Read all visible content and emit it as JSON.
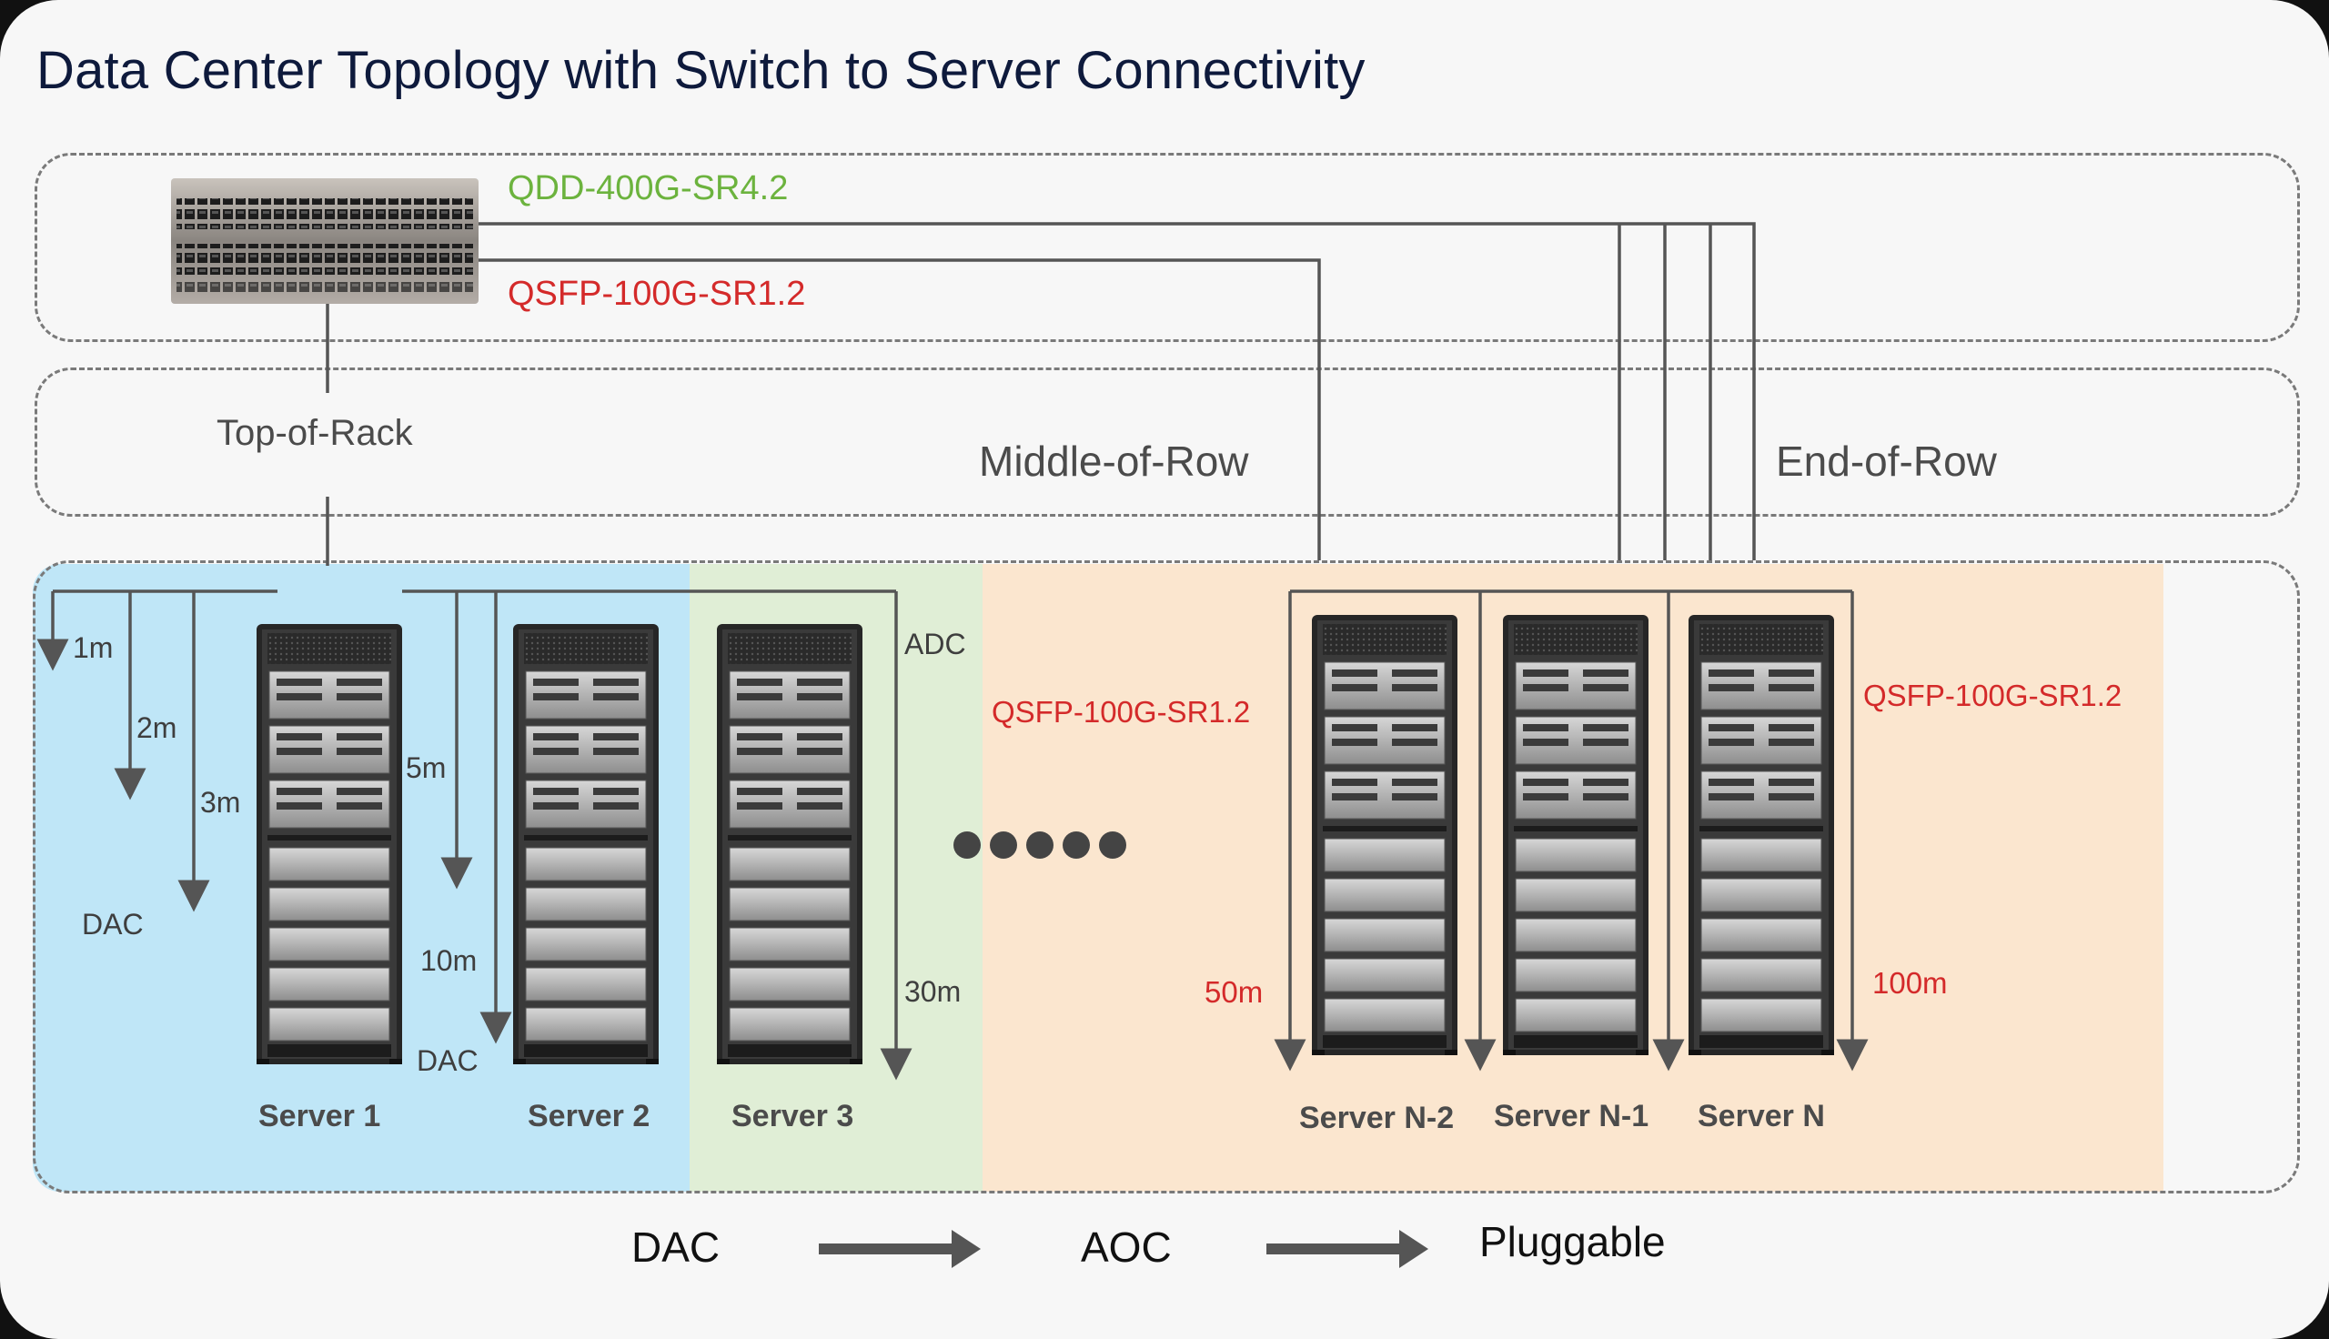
{
  "title": "Data Center Topology with Switch to Server Connectivity",
  "switch": {
    "transceiver_400g": "QDD-400G-SR4.2",
    "transceiver_100g": "QSFP-100G-SR1.2"
  },
  "placements": {
    "top_of_rack": "Top-of-Rack",
    "middle_of_row": "Middle-of-Row",
    "end_of_row": "End-of-Row"
  },
  "distances": {
    "d1": "1m",
    "d2": "2m",
    "d3": "3m",
    "d5": "5m",
    "d10": "10m",
    "d30": "30m",
    "d50": "50m",
    "d100": "100m"
  },
  "cable_labels": {
    "dac_left": "DAC",
    "dac_mid": "DAC",
    "adc": "ADC",
    "qsfp_mid": "QSFP-100G-SR1.2",
    "qsfp_right": "QSFP-100G-SR1.2"
  },
  "servers": [
    "Server 1",
    "Server 2",
    "Server 3",
    "Server N-2",
    "Server N-1",
    "Server N"
  ],
  "progression": [
    "DAC",
    "AOC",
    "Pluggable"
  ],
  "colors": {
    "dac_zone": "#bfe6f7",
    "aoc_zone": "#e0eed6",
    "pluggable_zone": "#fbe6cf",
    "line": "#555555",
    "green": "#6cb33e",
    "red": "#d42a2a"
  }
}
